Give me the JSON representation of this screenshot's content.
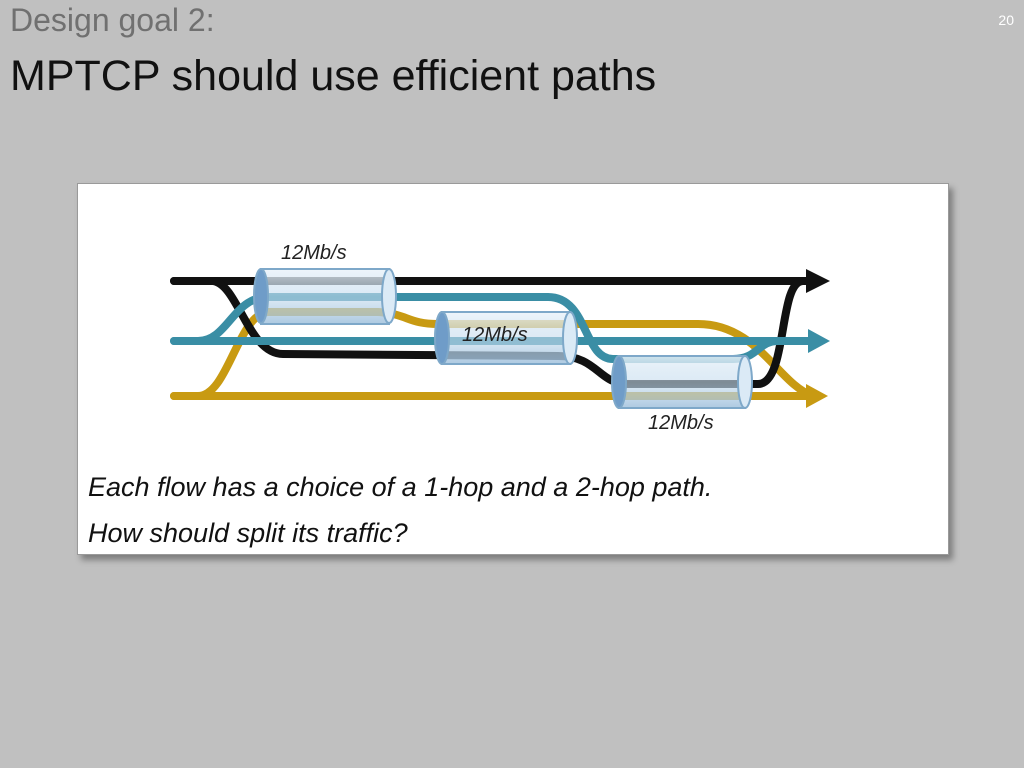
{
  "slide": {
    "subtitle": "Design goal 2:",
    "title": "MPTCP should use efficient paths",
    "page_number": "20"
  },
  "diagram": {
    "link_labels": [
      "12Mb/s",
      "12Mb/s",
      "12Mb/s"
    ],
    "colors": {
      "flow_black": "#111111",
      "flow_teal": "#3a8ea5",
      "flow_gold": "#c89a12",
      "link_fill": "#cfe3f2",
      "link_stroke": "#7ea8c9"
    }
  },
  "caption": {
    "line1": "Each flow has a choice of a 1-hop and a 2-hop path.",
    "line2": "How should split its traffic?"
  }
}
